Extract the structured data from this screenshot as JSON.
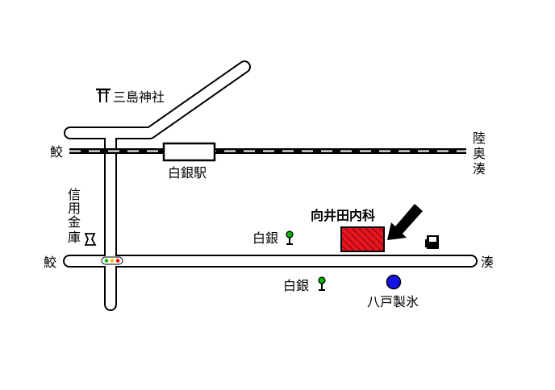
{
  "labels": {
    "shrine": "三島神社",
    "station": "白銀駅",
    "railway_west": "鮫",
    "railway_east": [
      "陸",
      "奥",
      "湊"
    ],
    "credit_union": [
      "信",
      "用",
      "金",
      "庫"
    ],
    "road_west": "鮫",
    "road_east": "湊",
    "bus_stop_north": "白銀",
    "bus_stop_south": "白銀",
    "clinic": "向井田内科",
    "ice_company": "八戸製氷"
  },
  "colors": {
    "clinic_fill": "#e8141e",
    "ice_company_marker": "#1414e6",
    "bus_stop_marker": "#00b400",
    "signal_green": "#00c000",
    "signal_red": "#e00000"
  },
  "icons": [
    "torii-icon",
    "bank-icon",
    "bus-stop-icon",
    "gas-station-icon",
    "traffic-signal-icon",
    "arrow-icon"
  ]
}
